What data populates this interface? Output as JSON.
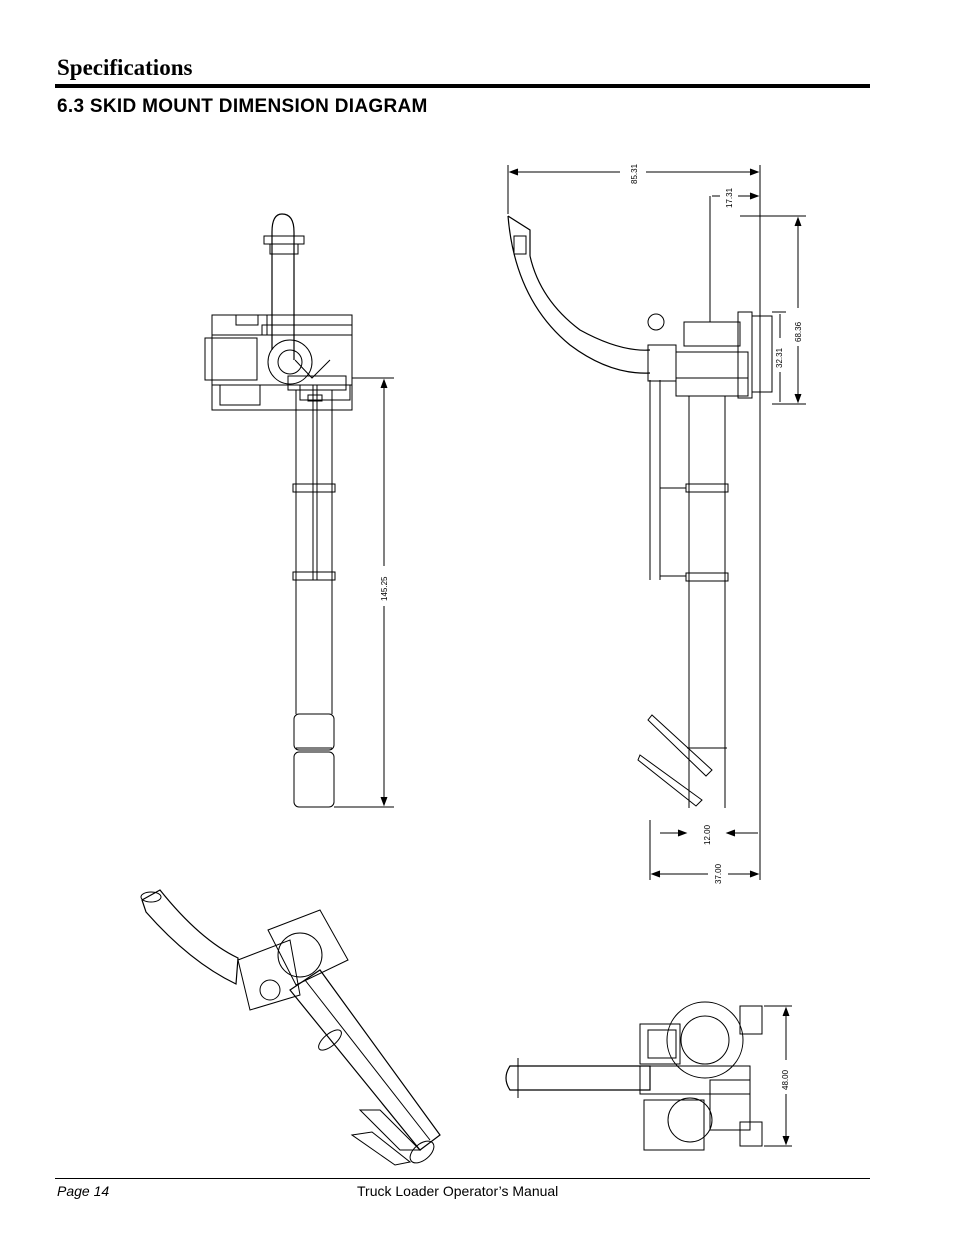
{
  "header": {
    "section": "Specifications",
    "subsection": "6.3 SKID MOUNT DIMENSION DIAGRAM"
  },
  "dimensions": {
    "overall_height": "145.25",
    "overall_width": "85.31",
    "top_offset": "17.31",
    "skid_height": "68.36",
    "upper_height": "32.31",
    "tube_offset": "12.00",
    "base_width": "37.00",
    "plan_width": "48.00"
  },
  "footer": {
    "page": "Page 14",
    "manual": "Truck Loader Operator’s Manual"
  }
}
